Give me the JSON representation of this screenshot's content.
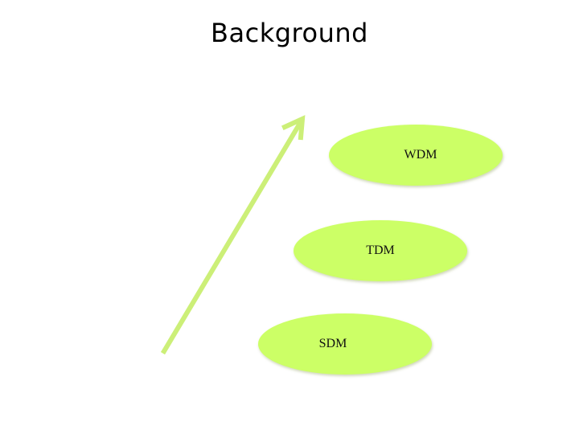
{
  "title": "Background",
  "colors": {
    "ellipse_fill": "#ccff66",
    "arrow": "#ccef78"
  },
  "diagram": {
    "arrow_label": "arrow-up-right",
    "stages": [
      {
        "id": "wdm",
        "label": "WDM"
      },
      {
        "id": "tdm",
        "label": "TDM"
      },
      {
        "id": "sdm",
        "label": "SDM"
      }
    ]
  }
}
